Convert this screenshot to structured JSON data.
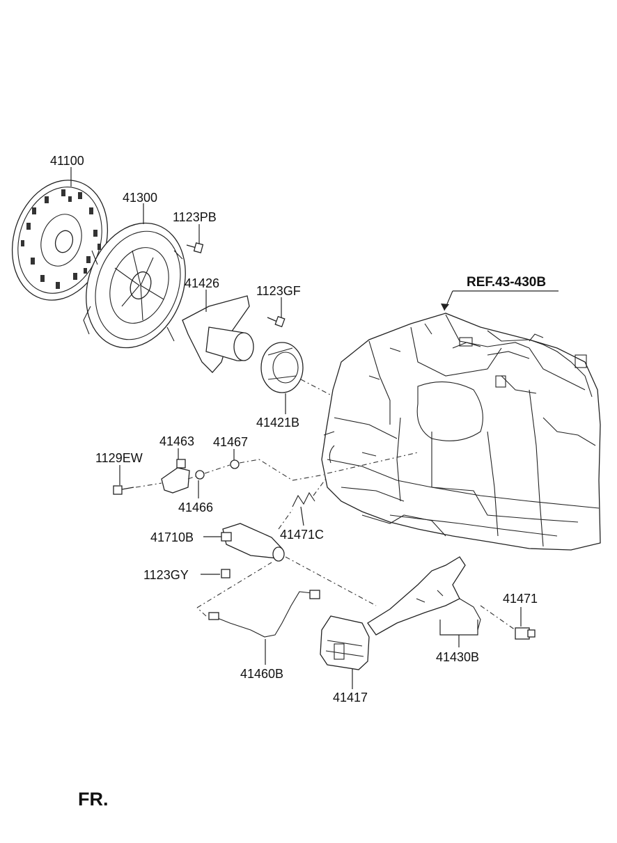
{
  "diagram": {
    "reference_label": "REF.43-430B",
    "front_marker": "FR.",
    "parts": {
      "p41100": "41100",
      "p41300": "41300",
      "p1123PB": "1123PB",
      "p41426": "41426",
      "p1123GF": "1123GF",
      "p41421B": "41421B",
      "p41463": "41463",
      "p41467": "41467",
      "p1129EW": "1129EW",
      "p41466": "41466",
      "p41710B": "41710B",
      "p41471C": "41471C",
      "p1123GY": "1123GY",
      "p41471": "41471",
      "p41430B": "41430B",
      "p41460B": "41460B",
      "p41417": "41417"
    }
  }
}
